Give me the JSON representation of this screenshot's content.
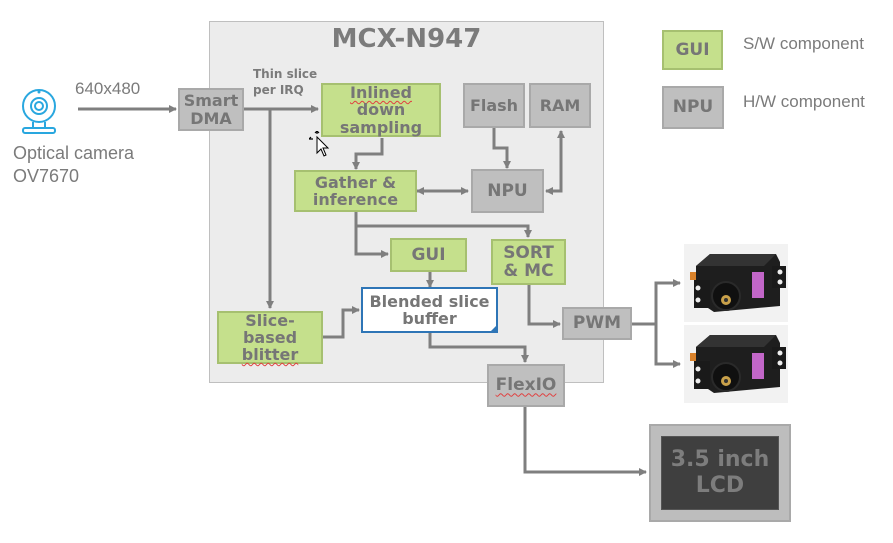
{
  "diagram": {
    "chip_title": "MCX-N947",
    "camera": {
      "icon": "webcam-icon",
      "label_line1": "Optical camera",
      "label_line2": "OV7670",
      "resolution": "640x480"
    },
    "annotations": {
      "thin_slice_line1": "Thin slice",
      "thin_slice_line2": "per IRQ"
    },
    "blocks": {
      "smart_dma": {
        "line1": "Smart",
        "line2": "DMA",
        "kind": "H/W"
      },
      "inlined_down_sampling": {
        "line1": "Inlined down",
        "line2": "sampling",
        "kind": "S/W"
      },
      "flash": {
        "line1": "Flash",
        "kind": "H/W"
      },
      "ram": {
        "line1": "RAM",
        "kind": "H/W"
      },
      "gather_inference": {
        "line1": "Gather &",
        "line2": "inference",
        "kind": "S/W"
      },
      "npu": {
        "line1": "NPU",
        "kind": "H/W"
      },
      "gui": {
        "line1": "GUI",
        "kind": "S/W"
      },
      "sort_mc": {
        "line1": "SORT",
        "line2": "& MC",
        "kind": "S/W"
      },
      "blended_slice_buffer": {
        "line1": "Blended slice",
        "line2": "buffer",
        "kind": "buffer"
      },
      "slice_based_blitter": {
        "line1": "Slice-based",
        "line2": "blitter",
        "kind": "S/W"
      },
      "pwm": {
        "line1": "PWM",
        "kind": "H/W"
      },
      "flexio": {
        "line1": "FlexIO",
        "kind": "H/W"
      },
      "lcd": {
        "line1": "3.5 inch",
        "line2": "LCD",
        "kind": "H/W"
      }
    },
    "servos": [
      {
        "icon": "servo-motor-icon"
      },
      {
        "icon": "servo-motor-icon"
      }
    ],
    "legend": [
      {
        "swatch_label": "GUI",
        "description": "S/W component",
        "kind": "S/W"
      },
      {
        "swatch_label": "NPU",
        "description": "H/W component",
        "kind": "H/W"
      }
    ],
    "colors": {
      "sw_fill": "#c5e08c",
      "hw_fill": "#bfbfbf",
      "buffer_border": "#2e75b6",
      "wire": "#7f7f7f",
      "camera_icon": "#29a7df",
      "lcd_screen": "#3f3f3f"
    }
  }
}
